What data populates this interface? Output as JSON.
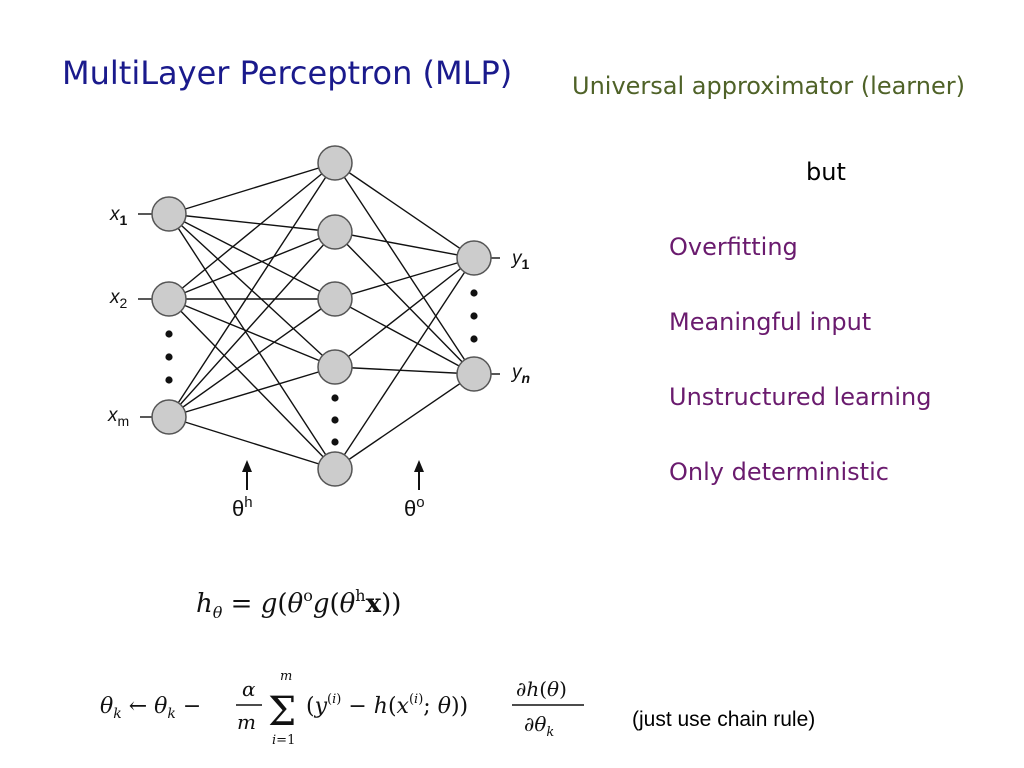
{
  "slide": {
    "title": "MultiLayer Perceptron (MLP)",
    "subtitle": "Universal approximator (learner)",
    "but_text": "but",
    "issues": [
      "Overfitting",
      "Meaningful input",
      "Unstructured learning",
      "Only deterministic"
    ],
    "note": "(just use chain rule)"
  },
  "diagram": {
    "inputs": [
      {
        "sym": "x",
        "sub": "1"
      },
      {
        "sym": "x",
        "sub": "2"
      },
      {
        "sym": "x",
        "sub": "m"
      }
    ],
    "outputs": [
      {
        "sym": "y",
        "sub": "1"
      },
      {
        "sym": "y",
        "sub": "n"
      }
    ],
    "param_hidden": {
      "sym": "θ",
      "sup": "h"
    },
    "param_output": {
      "sym": "θ",
      "sup": "o"
    },
    "node_fill": "#cccccc",
    "node_stroke": "#555555"
  },
  "equations": {
    "forward": "h_θ = g(θ^o g(θ^h x))",
    "update": "θ_k ← θ_k − (α/m) Σ_{i=1}^{m} (y^(i) − h(x^(i); θ)) ∂h(θ)/∂θ_k"
  }
}
